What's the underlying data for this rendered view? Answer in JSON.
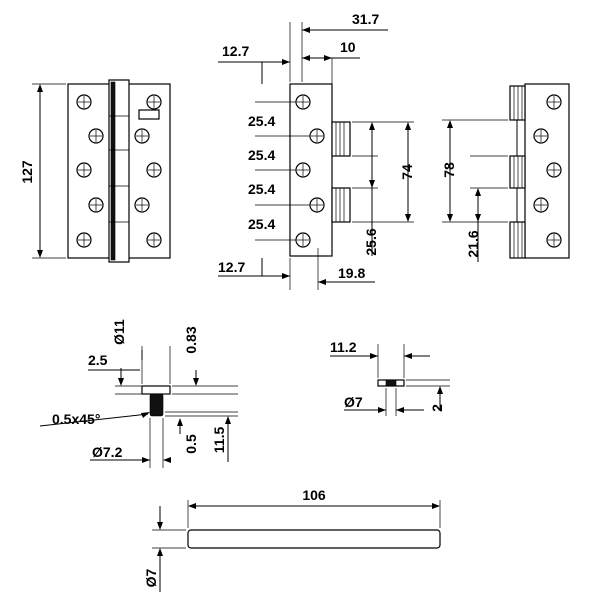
{
  "dimensions": {
    "front_height": "127",
    "side_top_offset": "12.7",
    "side_overall_width": "31.7",
    "side_knuckle_width": "10",
    "side_pitch_1": "25.4",
    "side_pitch_2": "25.4",
    "side_pitch_3": "25.4",
    "side_pitch_4": "25.4",
    "side_bottom_offset": "12.7",
    "side_lower_knuckle": "25.6",
    "side_knuckle_span": "74",
    "side_leaf_width": "19.8",
    "back_knuckle_span": "78",
    "back_lower_knuckle": "21.6",
    "pin_head_dia": "Ø11",
    "pin_head_thickness": "0.83",
    "pin_head_height": "2.5",
    "pin_chamfer": "0.5x45°",
    "pin_shank_dia": "Ø7.2",
    "pin_step": "0.5",
    "pin_length": "11.5",
    "washer_outer": "11.2",
    "washer_inner": "Ø7",
    "washer_thickness": "2",
    "rod_length": "106",
    "rod_dia": "Ø7"
  }
}
